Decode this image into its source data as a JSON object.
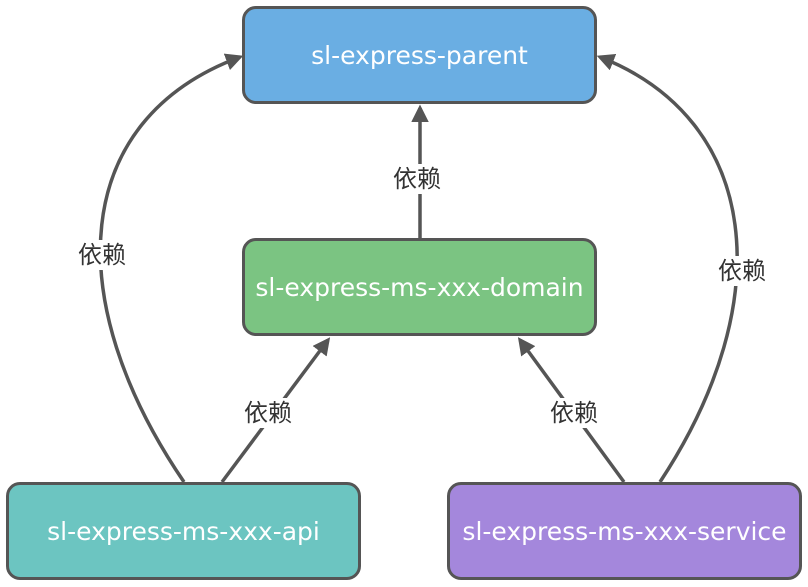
{
  "nodes": {
    "parent": {
      "label": "sl-express-parent",
      "color": "#6aaee3"
    },
    "domain": {
      "label": "sl-express-ms-xxx-domain",
      "color": "#7bc482"
    },
    "api": {
      "label": "sl-express-ms-xxx-api",
      "color": "#6cc5c1"
    },
    "service": {
      "label": "sl-express-ms-xxx-service",
      "color": "#a487dc"
    }
  },
  "edges": {
    "domain_parent": {
      "label": "依赖"
    },
    "api_parent": {
      "label": "依赖"
    },
    "service_parent": {
      "label": "依赖"
    },
    "api_domain": {
      "label": "依赖"
    },
    "service_domain": {
      "label": "依赖"
    }
  },
  "colors": {
    "stroke": "#555555"
  }
}
